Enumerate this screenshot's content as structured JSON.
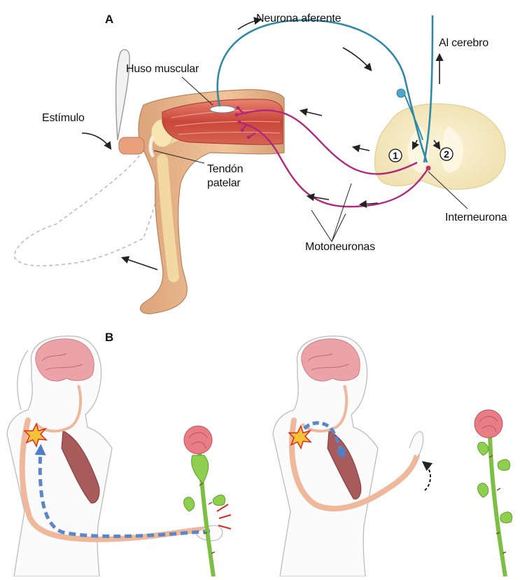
{
  "panel_a": {
    "letter": "A",
    "labels": {
      "afferent": "Neurona aferente",
      "brain": "Al cerebro",
      "spindle": "Huso muscular",
      "stimulus": "Estímulo",
      "tendon_line1": "Tendón",
      "tendon_line2": "patelar",
      "interneuron": "Interneurona",
      "motoneurons": "Motoneuronas"
    },
    "circle_numbers": [
      "1",
      "2"
    ]
  },
  "panel_b": {
    "letter": "B"
  },
  "colors": {
    "afferent": "#2f8aa8",
    "motor": "#b0287e",
    "muscle": "#c9453a",
    "skin": "#e8b98a",
    "spinal_cord": "#f6ecc5",
    "signal": "#5b86c9",
    "rose": "#e97d86",
    "stem": "#7cc043"
  },
  "icons": [
    "arrow-icon",
    "reflex-hammer-icon",
    "pain-star-icon",
    "rose-icon"
  ]
}
